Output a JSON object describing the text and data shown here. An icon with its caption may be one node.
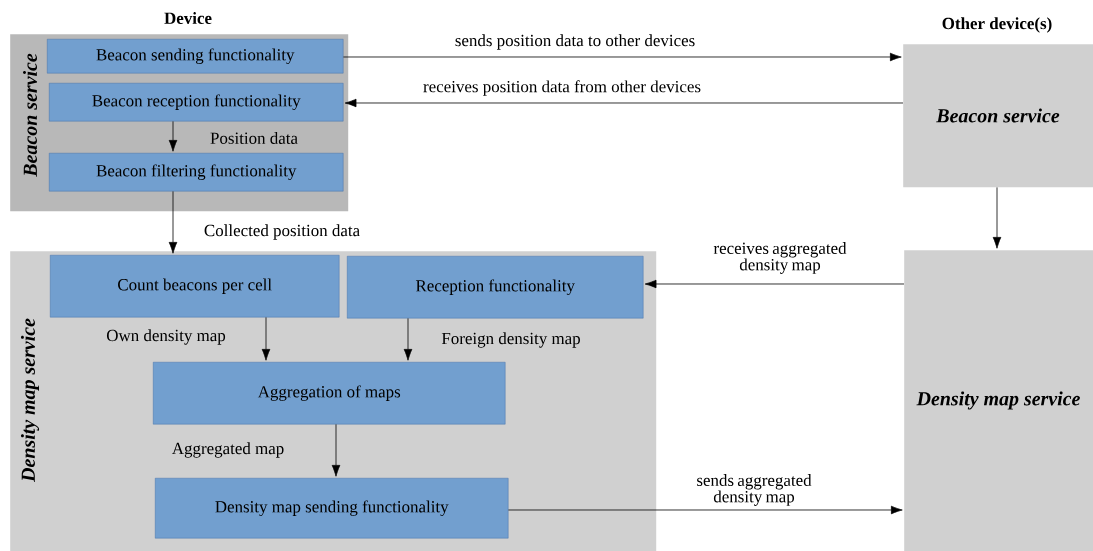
{
  "diagram": {
    "nodes": [
      {
        "text": [
          "Beacon service"
        ]
      },
      {
        "text": [
          "Beacon sending functionality"
        ],
        "in": 0
      },
      {
        "text": [
          "Beacon reception functionality"
        ],
        "in": 0
      },
      {
        "text": [
          "Beacon filtering functionality"
        ],
        "in": 0
      },
      {
        "text": [
          "Density map service"
        ]
      },
      {
        "text": [
          "Count beacons per cell"
        ],
        "in": 4
      },
      {
        "text": [
          "Reception functionality"
        ],
        "in": 4
      },
      {
        "text": [
          "Aggregation of maps"
        ],
        "in": 4
      },
      {
        "text": [
          "Density map sending functionality"
        ],
        "in": 4
      },
      {
        "text": [
          "Beacon service"
        ]
      },
      {
        "text": [
          "Density map service"
        ]
      }
    ],
    "edges": [
      {
        "from": 1,
        "to": 9,
        "arrow": "to",
        "label": "sends position data to other devices"
      },
      {
        "from": 9,
        "to": 2,
        "arrow": "to",
        "label": "receives position data from other devices"
      },
      {
        "from": 2,
        "to": 3,
        "arrow": "to",
        "label": "Position data"
      },
      {
        "from": 3,
        "to": 5,
        "arrow": "to",
        "label": "Collected position data"
      },
      {
        "from": 5,
        "to": 7,
        "arrow": "to",
        "label": "Own density map"
      },
      {
        "from": 6,
        "to": 7,
        "arrow": "to",
        "label": "Foreign density map"
      },
      {
        "from": 7,
        "to": 8,
        "arrow": "to",
        "label": "Aggregated map"
      },
      {
        "from": 9,
        "to": 10,
        "arrow": "to"
      },
      {
        "from": 10,
        "to": 6,
        "arrow": "to",
        "label": "receives aggregated density map"
      },
      {
        "from": 8,
        "to": 10,
        "arrow": "to",
        "label": "sends aggregated density map"
      }
    ],
    "labels": [
      "Device",
      "Other device(s)"
    ]
  }
}
